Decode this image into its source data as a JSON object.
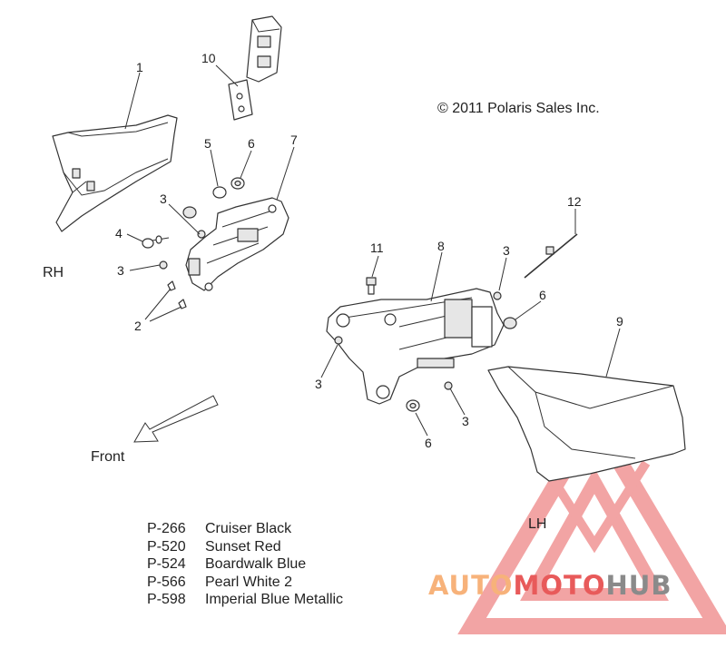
{
  "copyright": "© 2011 Polaris Sales Inc.",
  "side_labels": {
    "rh": "RH",
    "lh": "LH"
  },
  "direction_label": "Front",
  "callouts": {
    "c1": "1",
    "c10": "10",
    "c5": "5",
    "c6a": "6",
    "c7": "7",
    "c3a": "3",
    "c4": "4",
    "c3b": "3",
    "c2": "2",
    "c11": "11",
    "c8": "8",
    "c3c": "3",
    "c12": "12",
    "c6b": "6",
    "c9": "9",
    "c3d": "3",
    "c3e": "3",
    "c6c": "6"
  },
  "colors": [
    {
      "code": "P-266",
      "name": "Cruiser Black"
    },
    {
      "code": "P-520",
      "name": "Sunset Red"
    },
    {
      "code": "P-524",
      "name": "Boardwalk Blue"
    },
    {
      "code": "P-566",
      "name": "Pearl White 2"
    },
    {
      "code": "P-598",
      "name": "Imperial Blue Metallic"
    }
  ],
  "watermark": {
    "part1": "AUTO",
    "part2": "MOTO",
    "part3": "HUB",
    "color_orange": "#f7b27a",
    "color_red": "#e85a5a",
    "color_gray": "#8a8a8a"
  }
}
